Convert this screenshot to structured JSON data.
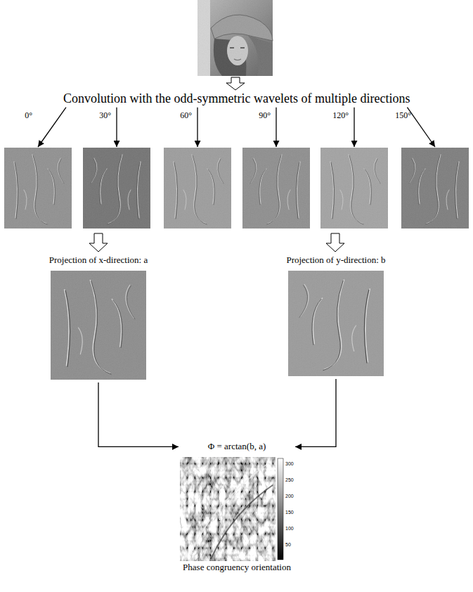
{
  "diagram": {
    "nodes": [
      {
        "text": [
          "Convolution with the odd-symmetric wavelets of multiple directions"
        ]
      },
      {
        "text": [
          "0°"
        ]
      },
      {
        "text": [
          "30°"
        ]
      },
      {
        "text": [
          "60°"
        ]
      },
      {
        "text": [
          "90°"
        ]
      },
      {
        "text": [
          "120°"
        ]
      },
      {
        "text": [
          "150°"
        ]
      },
      {
        "text": [
          "Projection of x-direction: a"
        ]
      },
      {
        "text": [
          "Projection of y-direction: b"
        ]
      },
      {
        "text": [
          "Φ = arctan(b, a)",
          "Phase congruency orientation"
        ]
      }
    ],
    "edges": [
      {
        "from": 0,
        "to": 1,
        "arrow": "to"
      },
      {
        "from": 0,
        "to": 2,
        "arrow": "to"
      },
      {
        "from": 0,
        "to": 3,
        "arrow": "to"
      },
      {
        "from": 0,
        "to": 4,
        "arrow": "to"
      },
      {
        "from": 0,
        "to": 5,
        "arrow": "to"
      },
      {
        "from": 0,
        "to": 6,
        "arrow": "to"
      },
      {
        "from": 7,
        "to": 9,
        "arrow": "to"
      },
      {
        "from": 8,
        "to": 9,
        "arrow": "to"
      }
    ],
    "labels": [
      "300",
      "250",
      "200",
      "150",
      "100",
      "50"
    ]
  }
}
